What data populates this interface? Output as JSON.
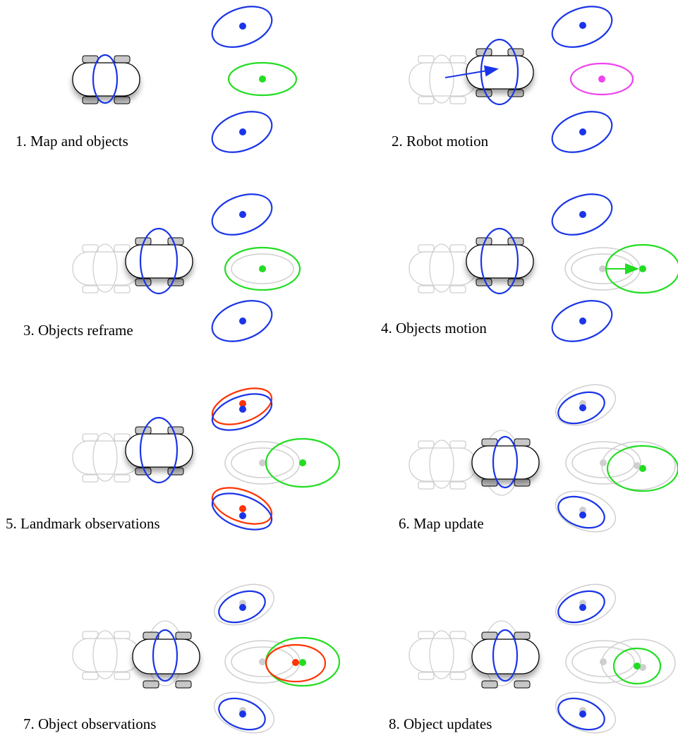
{
  "panels": [
    {
      "caption": "1. Map and objects"
    },
    {
      "caption": "2. Robot motion"
    },
    {
      "caption": "3. Objects reframe"
    },
    {
      "caption": "4. Objects motion"
    },
    {
      "caption": "5. Landmark observations"
    },
    {
      "caption": "6. Map update"
    },
    {
      "caption": "7. Object observations"
    },
    {
      "caption": "8. Object updates"
    }
  ],
  "colors": {
    "landmark": "#1a35e8",
    "object": "#22dd22",
    "predicted": "#ee44ee",
    "observation": "#ff3300",
    "ghost": "#cfcfcf",
    "robot_outline": "#000000",
    "wheel": "#c8c8c8"
  }
}
